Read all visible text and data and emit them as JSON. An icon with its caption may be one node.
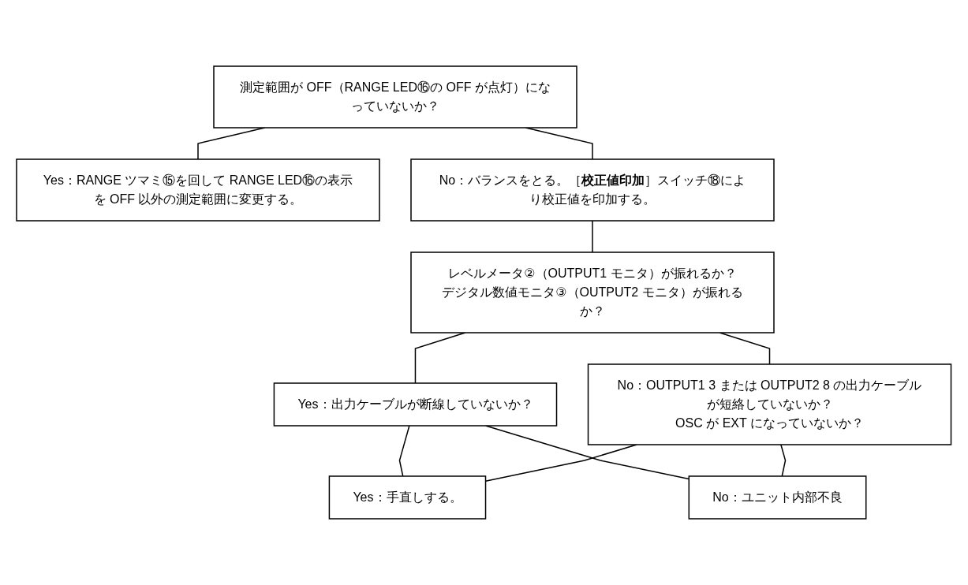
{
  "diagram": {
    "nodes": [
      {
        "text": [
          "測定範囲が OFF（RANGE LED⑯の OFF が点灯）になっていないか？"
        ]
      },
      {
        "text": [
          "Yes：RANGE ツマミ⑮を回して RANGE LED⑯の表示を OFF 以外の測定範囲に変更する。"
        ]
      },
      {
        "text": [
          "No：バランスをとる。［**校正値印加**］スイッチ⑱により校正値を印加する。"
        ]
      },
      {
        "text": [
          "レベルメータ②（OUTPUT1 モニタ）が振れるか？",
          "デジタル数値モニタ③（OUTPUT2 モニタ）が振れるか？"
        ]
      },
      {
        "text": [
          "Yes：出力ケーブルが断線していないか？"
        ]
      },
      {
        "text": [
          "No：OUTPUT1 3 または OUTPUT2 8 の出力ケーブルが短絡していないか？",
          "OSC が EXT になっていないか？"
        ]
      },
      {
        "text": [
          "Yes：手直しする。"
        ]
      },
      {
        "text": [
          "No：ユニット内部不良"
        ]
      }
    ],
    "edges": [
      {
        "from": 0,
        "to": 1,
        "arrow": "none"
      },
      {
        "from": 0,
        "to": 2,
        "arrow": "none"
      },
      {
        "from": 2,
        "to": 3,
        "arrow": "none"
      },
      {
        "from": 3,
        "to": 4,
        "arrow": "none"
      },
      {
        "from": 3,
        "to": 5,
        "arrow": "none"
      },
      {
        "from": 4,
        "to": 6,
        "arrow": "none"
      },
      {
        "from": 5,
        "to": 6,
        "arrow": "none"
      },
      {
        "from": 4,
        "to": 7,
        "arrow": "none"
      },
      {
        "from": 5,
        "to": 7,
        "arrow": "none"
      }
    ]
  }
}
